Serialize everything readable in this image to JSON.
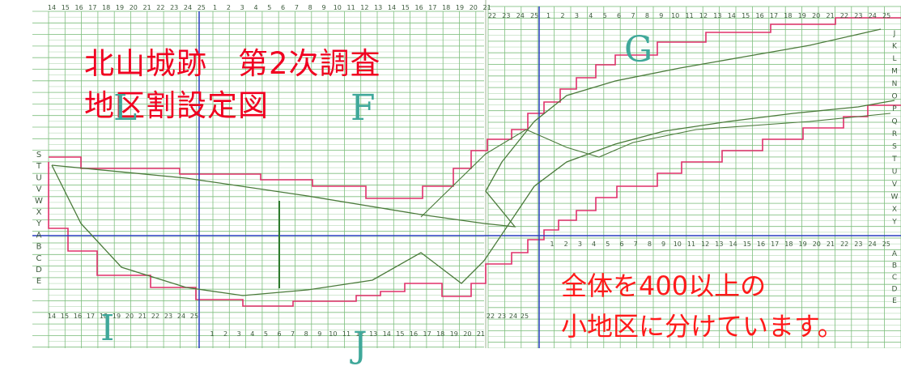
{
  "title": {
    "line1": "北山城跡　第2次調査",
    "line2": "地区割設定図"
  },
  "note": {
    "line1": "全体を400以上の",
    "line2": "小地区に分けています。"
  },
  "zones": {
    "L": "L",
    "F": "F",
    "G": "G",
    "I": "I",
    "J": "J"
  },
  "colors": {
    "title": "#f00020",
    "note": "#ff1a1a",
    "grid": "#7fbf7f",
    "boundary": "#e0306a",
    "axis": "#2a3fbf",
    "outline": "#4a7a3a",
    "zone_letter": "#3fa89a"
  },
  "top_numbers_left": [
    "14",
    "15",
    "16",
    "17",
    "18",
    "19",
    "20",
    "21",
    "22",
    "23",
    "24",
    "25",
    "1",
    "2",
    "3",
    "4",
    "5",
    "6",
    "7",
    "8",
    "9",
    "10",
    "11",
    "12",
    "13",
    "14",
    "15",
    "16",
    "17",
    "18",
    "19",
    "20",
    "21"
  ],
  "top_numbers_right": [
    "22",
    "23",
    "24",
    "25",
    "1",
    "2",
    "3",
    "4",
    "5",
    "6",
    "7",
    "8",
    "9",
    "10",
    "11",
    "12",
    "13",
    "14",
    "15",
    "16",
    "17",
    "18",
    "19",
    "20",
    "21",
    "22",
    "23",
    "24",
    "25"
  ],
  "mid_numbers_right": [
    "1",
    "2",
    "3",
    "4",
    "5",
    "6",
    "7",
    "8",
    "9",
    "10",
    "11",
    "12",
    "13",
    "14",
    "15",
    "16",
    "17",
    "18",
    "19",
    "20",
    "21",
    "22",
    "23",
    "24",
    "25"
  ],
  "bottom_numbers_left": [
    "14",
    "15",
    "16",
    "17",
    "18",
    "19",
    "20",
    "21",
    "22",
    "23",
    "24",
    "25"
  ],
  "bottom_numbers_mid": [
    "1",
    "2",
    "3",
    "4",
    "5",
    "6",
    "7",
    "8",
    "9",
    "10",
    "11",
    "12",
    "13",
    "14",
    "15",
    "16",
    "17",
    "18",
    "19",
    "20",
    "21"
  ],
  "bottom_numbers_right": [
    "22",
    "23",
    "24",
    "25"
  ],
  "left_letters": [
    "S",
    "T",
    "U",
    "V",
    "W",
    "X",
    "Y",
    "A",
    "B",
    "C",
    "D",
    "E"
  ],
  "right_letters_upper": [
    "J",
    "K",
    "L",
    "M",
    "N",
    "O",
    "P",
    "Q",
    "R",
    "S",
    "T",
    "U",
    "V",
    "W",
    "X",
    "Y"
  ],
  "right_letters_lower": [
    "A",
    "B",
    "C",
    "D",
    "E"
  ]
}
